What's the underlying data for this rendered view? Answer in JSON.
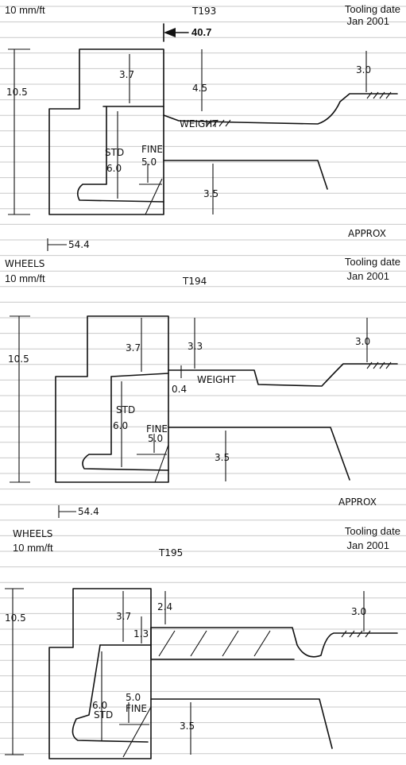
{
  "rule_color": "#c9c9c9",
  "ink_color": "#111111",
  "panels": [
    {
      "id": "T193",
      "header_left": "",
      "scale": "10 mm/ft",
      "title": "T193",
      "tooling": "Tooling date",
      "tooling_date": "Jan 2001",
      "marker": "40.7",
      "dims": {
        "height": "10.5",
        "top": "3.7",
        "step": "4.5",
        "right": "3.0",
        "std_label": "STD",
        "std": "6.0",
        "fine_label": "FINE",
        "fine": "5.0",
        "bottom": "3.5",
        "weight": "WEIGHT",
        "width": "54.4",
        "extra": "",
        "approx": "APPROX"
      }
    },
    {
      "id": "T194",
      "header_left": "WHEELS",
      "scale": "10 mm/ft",
      "title": "T194",
      "tooling": "Tooling date",
      "tooling_date": "Jan 2001",
      "marker": "",
      "dims": {
        "height": "10.5",
        "top": "3.7",
        "step": "3.3",
        "right": "3.0",
        "std_label": "STD",
        "std": "6.0",
        "fine_label": "FINE",
        "fine": "5.0",
        "bottom": "3.5",
        "weight": "WEIGHT",
        "width": "54.4",
        "extra": "0.4",
        "approx": "APPROX"
      }
    },
    {
      "id": "T195",
      "header_left": "WHEELS",
      "scale": "10 mm/ft",
      "title": "T195",
      "tooling": "Tooling date",
      "tooling_date": "Jan 2001",
      "marker": "",
      "dims": {
        "height": "10.5",
        "top": "3.7",
        "step": "2.4",
        "right": "3.0",
        "std_label": "STD",
        "std": "6.0",
        "fine_label": "FINE",
        "fine": "5.0",
        "bottom": "3.5",
        "weight": "",
        "width": "",
        "extra": "1.3",
        "approx": ""
      }
    }
  ]
}
